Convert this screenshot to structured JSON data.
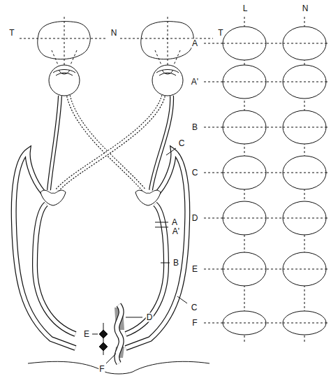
{
  "diagram": {
    "labels": [
      "T",
      "N",
      "T",
      "L",
      "N",
      "A",
      "A'",
      "B",
      "C",
      "C",
      "D",
      "A",
      "A'",
      "B",
      "E",
      "C",
      "D",
      "F",
      "E",
      "F"
    ]
  }
}
